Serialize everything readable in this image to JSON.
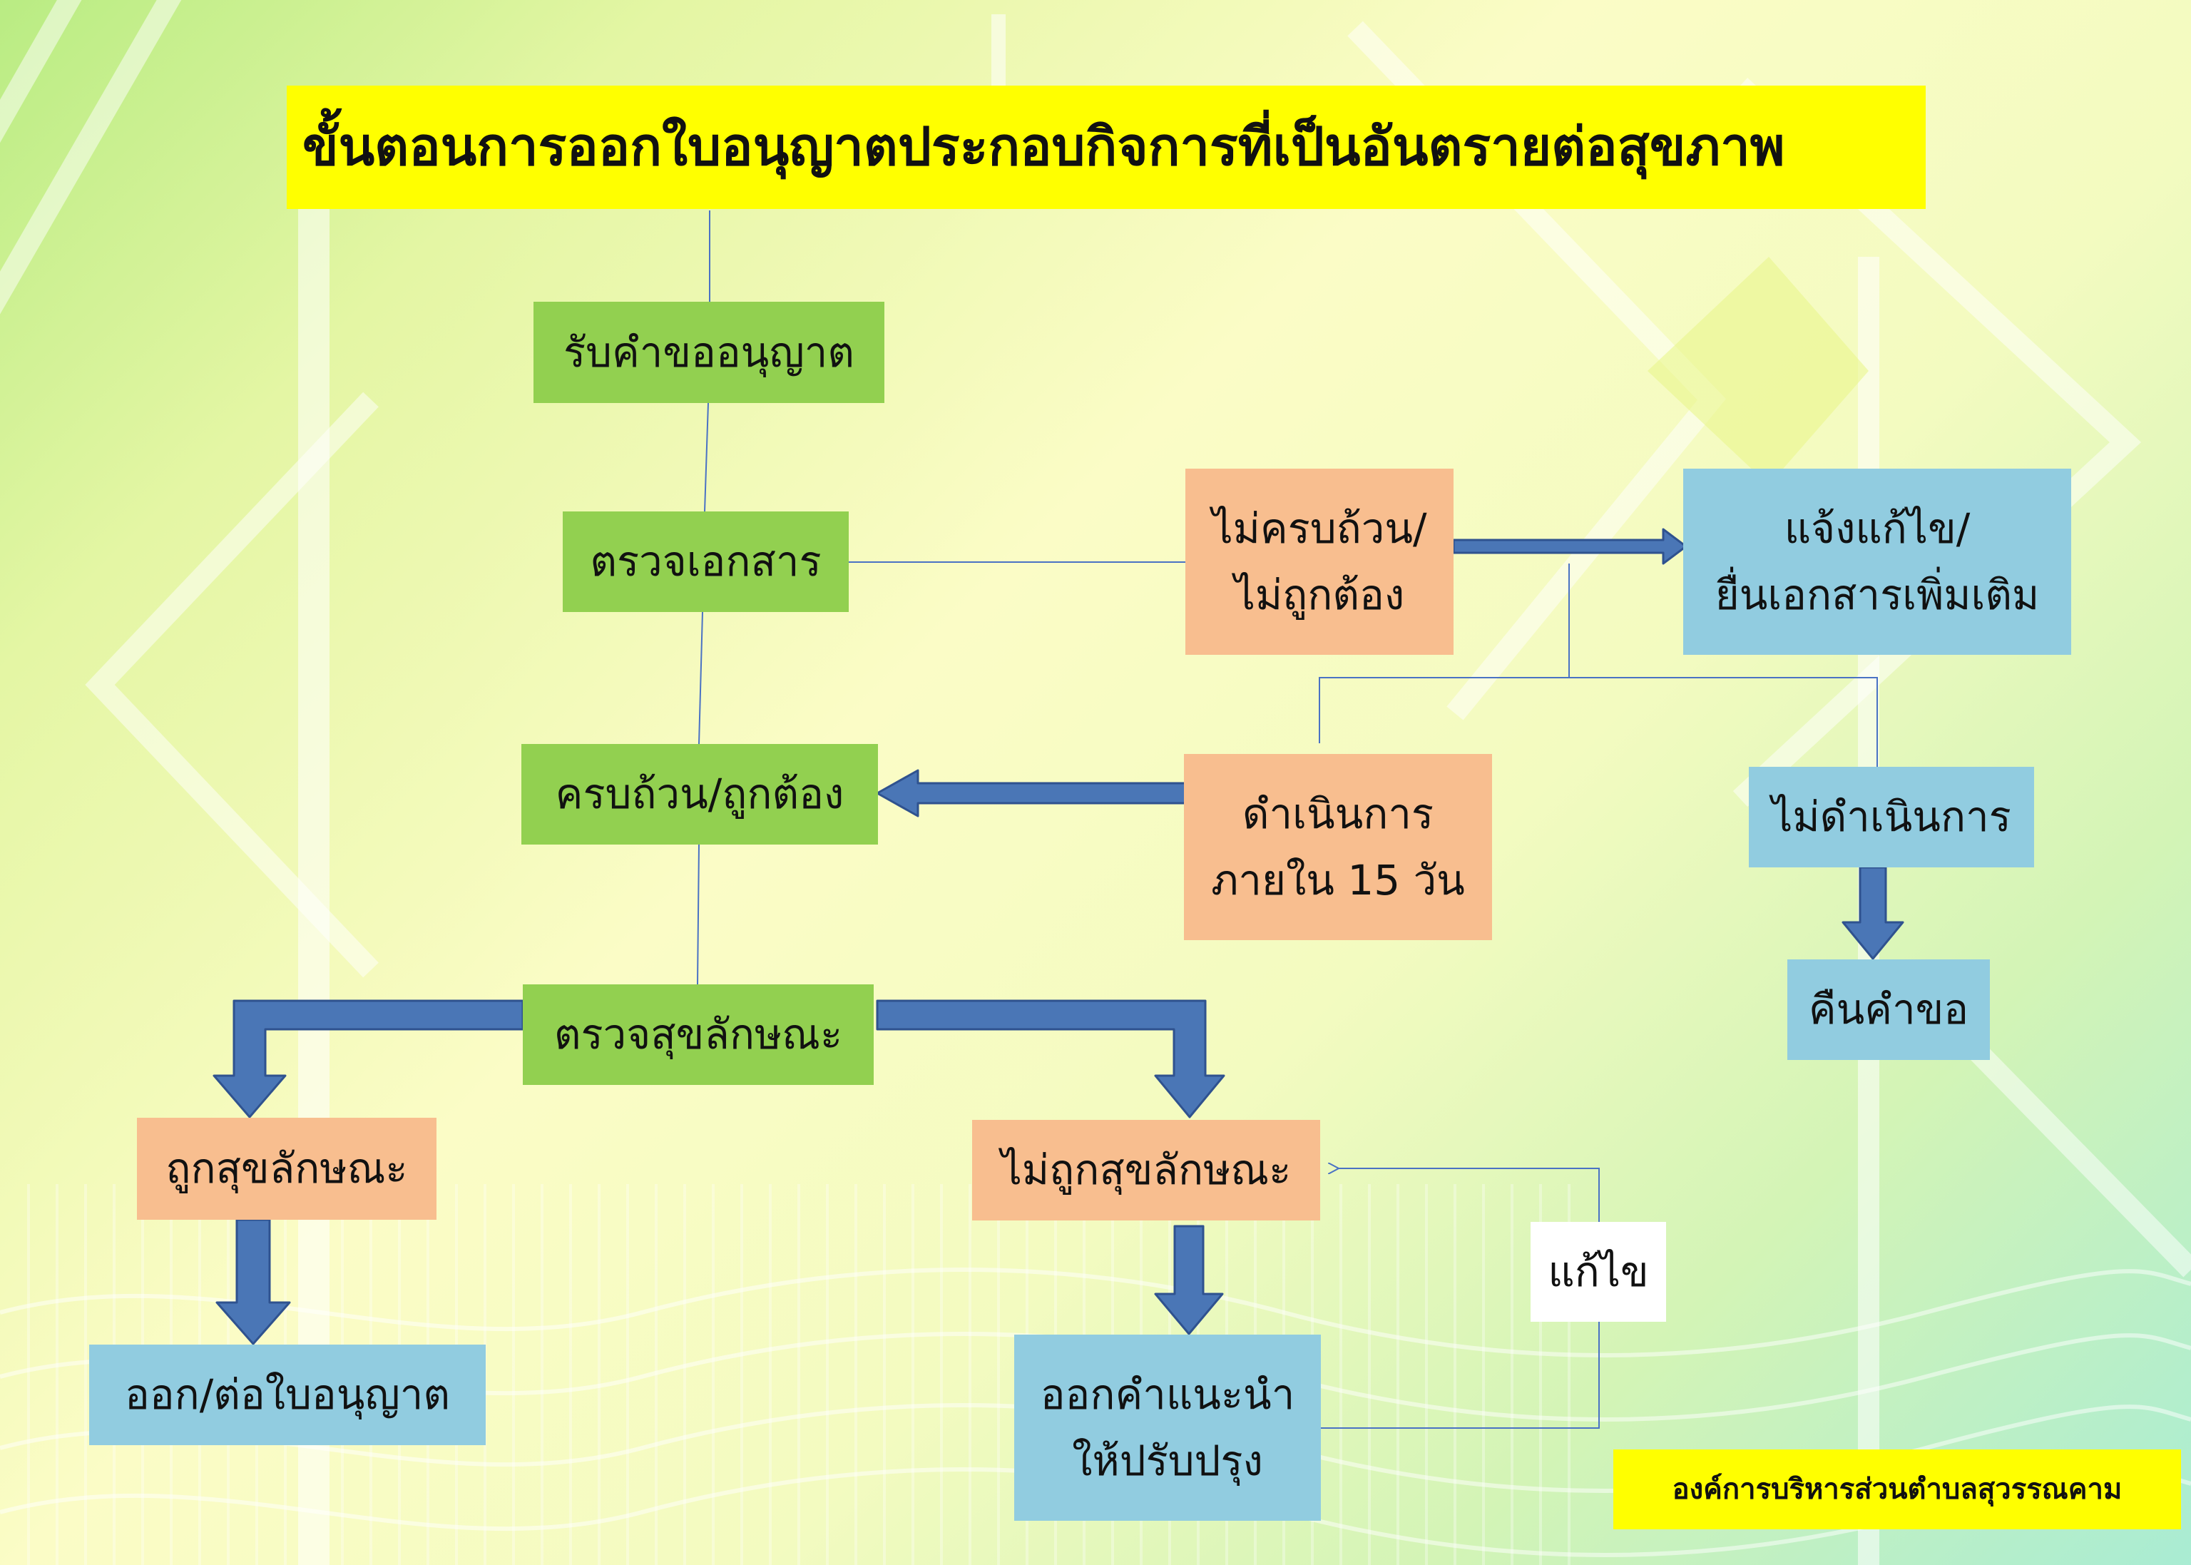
{
  "title": "ขั้นตอนการออกใบอนุญาตประกอบกิจการที่เป็นอันตรายต่อสุขภาพ",
  "organization": "องค์การบริหารส่วนตำบลสุวรรณคาม",
  "nodes": {
    "receive_request": "รับคำขออนุญาต",
    "check_documents": "ตรวจเอกสาร",
    "incomplete_line1": "ไม่ครบถ้วน/",
    "incomplete_line2": "ไม่ถูกต้อง",
    "notify_fix_line1": "แจ้งแก้ไข/",
    "notify_fix_line2": "ยื่นเอกสารเพิ่มเติม",
    "complete_correct": "ครบถ้วน/ถูกต้อง",
    "proceed_line1": "ดำเนินการ",
    "proceed_line2": "ภายใน 15 วัน",
    "not_proceed": "ไม่ดำเนินการ",
    "return_request": "คืนคำขอ",
    "inspect_hygiene": "ตรวจสุขลักษณะ",
    "hygienic": "ถูกสุขลักษณะ",
    "not_hygienic": "ไม่ถูกสุขลักษณะ",
    "issue_renew_license": "ออก/ต่อใบอนุญาต",
    "advise_line1": "ออกคำแนะนำ",
    "advise_line2": "ให้ปรับปรุง",
    "fix_label": "แก้ไข"
  },
  "colors": {
    "title_bg": "#ffff00",
    "step_green": "#92d050",
    "problem_orange": "#f8be8f",
    "action_blue": "#91cce0",
    "arrow_fill": "#4a76b6",
    "arrow_border": "#2f528f",
    "connector_line": "#4a72c4"
  }
}
